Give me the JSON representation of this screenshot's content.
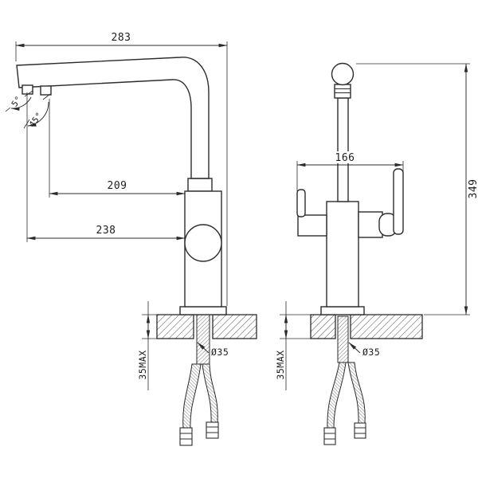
{
  "drawing": {
    "type": "technical-drawing",
    "line_color": "#2c2c2c",
    "side_view": {
      "overall_reach": "283",
      "reach_upper": "209",
      "reach_lower": "238",
      "angle_upper": "5°",
      "angle_lower": "45°",
      "deck_thickness": "35MAX",
      "hole_diameter": "Ø35"
    },
    "front_view": {
      "body_width": "166",
      "overall_height": "349",
      "deck_thickness": "35MAX",
      "hole_diameter": "Ø35"
    }
  }
}
